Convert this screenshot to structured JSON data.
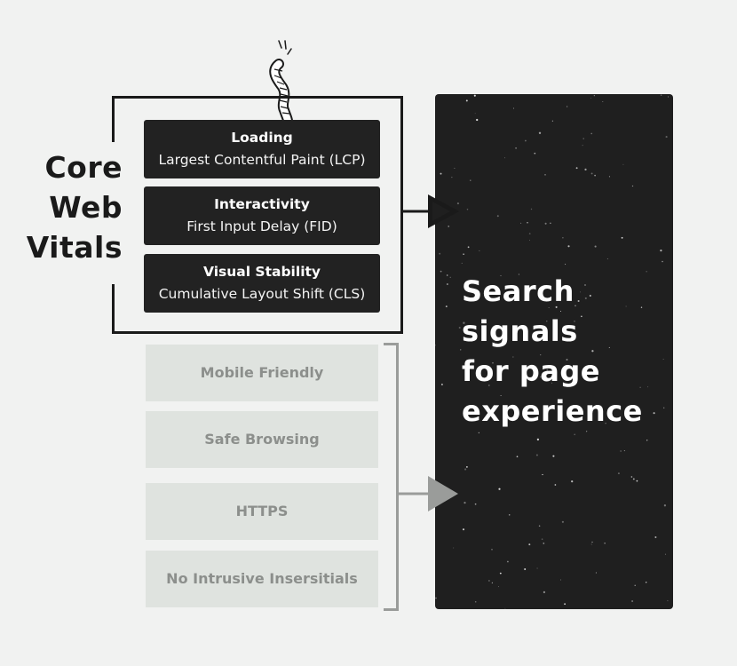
{
  "core_web_vitals": {
    "label_lines": [
      "Core",
      "Web",
      "Vitals"
    ],
    "metrics": [
      {
        "title": "Loading",
        "subtitle": "Largest Contentful Paint (LCP)"
      },
      {
        "title": "Interactivity",
        "subtitle": "First Input Delay (FID)"
      },
      {
        "title": "Visual Stability",
        "subtitle": "Cumulative Layout Shift (CLS)"
      }
    ]
  },
  "other_signals": [
    {
      "label": "Mobile Friendly"
    },
    {
      "label": "Safe Browsing"
    },
    {
      "label": "HTTPS"
    },
    {
      "label": "No Intrusive Insersitials"
    }
  ],
  "result_panel": {
    "lines": [
      "Search",
      "signals",
      "for page",
      "experience"
    ]
  },
  "colors": {
    "background": "#f1f2f1",
    "dark": "#1f1f1f",
    "signal_card": "#dfe3df",
    "signal_text": "#8c8f8c",
    "bracket": "#9a9c9a"
  },
  "icons": [
    "wiggle-worm-icon",
    "arrow-right-icon"
  ]
}
